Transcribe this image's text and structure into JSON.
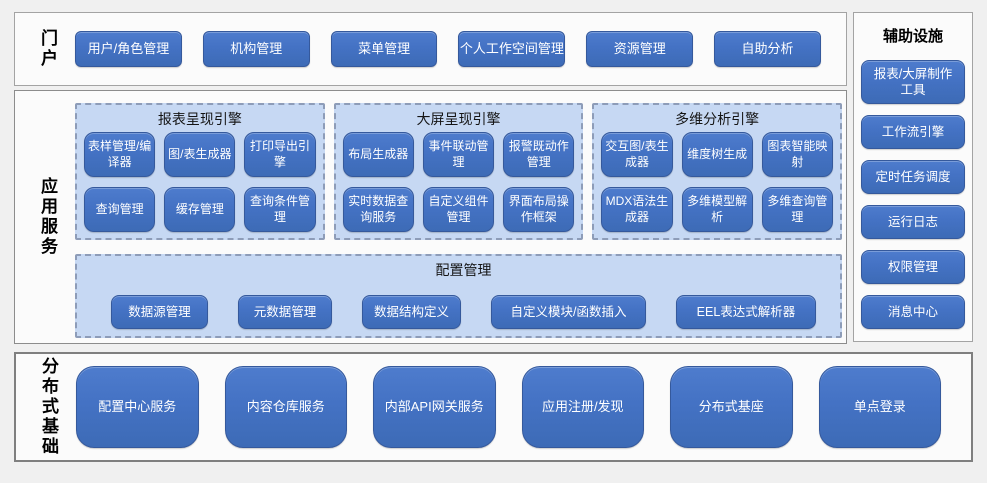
{
  "colors": {
    "page_bg": "#f0f0f0",
    "panel_bg": "#fbfbfb",
    "panel_border": "#a3a3a3",
    "block_blue": "#4472c4",
    "block_border": "#35599c",
    "engine_bg": "#c6d8f3",
    "engine_dash_border": "#8d9cb8",
    "block_text": "#ffffff",
    "label_text": "#000000"
  },
  "portal": {
    "label": "门户",
    "buttons": [
      "用户/角色管理",
      "机构管理",
      "菜单管理",
      "个人工作空间管理",
      "资源管理",
      "自助分析"
    ]
  },
  "app_services": {
    "label": "应用服务",
    "engines": [
      {
        "title": "报表呈现引擎",
        "buttons": [
          "表样管理/编译器",
          "图/表生成器",
          "打印导出引擎",
          "查询管理",
          "缓存管理",
          "查询条件管理"
        ]
      },
      {
        "title": "大屏呈现引擎",
        "buttons": [
          "布局生成器",
          "事件联动管理",
          "报警既动作管理",
          "实时数据查询服务",
          "自定义组件管理",
          "界面布局操作框架"
        ]
      },
      {
        "title": "多维分析引擎",
        "buttons": [
          "交互图/表生成器",
          "维度树生成",
          "图表智能映射",
          "MDX语法生成器",
          "多维模型解析",
          "多维查询管理"
        ]
      }
    ],
    "config": {
      "title": "配置管理",
      "buttons": [
        "数据源管理",
        "元数据管理",
        "数据结构定义",
        "自定义模块/函数插入",
        "EEL表达式解析器"
      ]
    }
  },
  "auxiliary": {
    "title": "辅助设施",
    "buttons": [
      "报表/大屏制作工具",
      "工作流引擎",
      "定时任务调度",
      "运行日志",
      "权限管理",
      "消息中心"
    ]
  },
  "distributed": {
    "label": "分布式基础",
    "buttons": [
      "配置中心服务",
      "内容仓库服务",
      "内部API网关服务",
      "应用注册/发现",
      "分布式基座",
      "单点登录"
    ]
  }
}
